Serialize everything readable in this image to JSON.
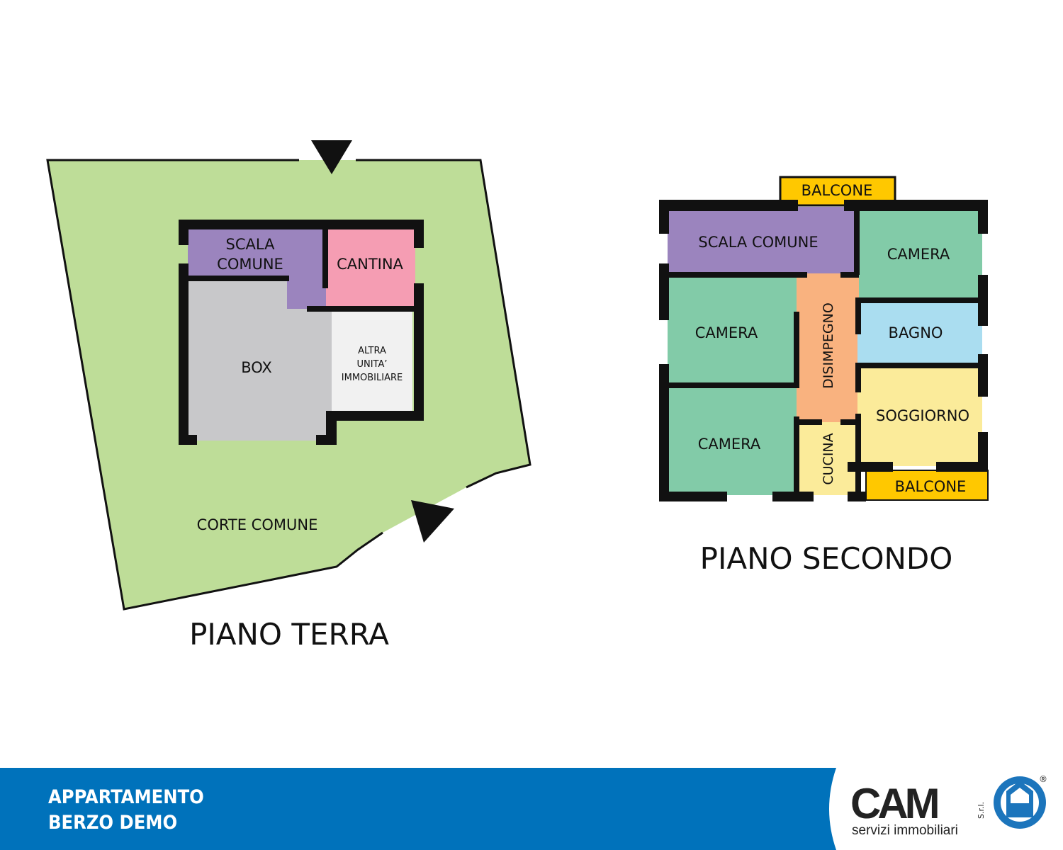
{
  "colors": {
    "garden": "#BEDD98",
    "scala": "#9B84BE",
    "cantina": "#F59DB3",
    "box": "#C8C8CA",
    "altra": "#F1F1F1",
    "camera": "#82CBA8",
    "disimpegno": "#F9B27F",
    "bagno": "#AADDF0",
    "soggiorno": "#FBEB9A",
    "cucina": "#FBEB9A",
    "balcone": "#FFC800",
    "banner": "#0072BB",
    "logo_blue": "#1C75BC"
  },
  "piano_terra": {
    "title": "PIANO TERRA",
    "rooms": {
      "scala_line1": "SCALA",
      "scala_line2": "COMUNE",
      "cantina": "CANTINA",
      "box": "BOX",
      "altra_line1": "ALTRA",
      "altra_line2": "UNITA’",
      "altra_line3": "IMMOBILIARE",
      "corte": "CORTE COMUNE"
    },
    "icons": [
      "entrance-arrow-icon",
      "entrance-arrow-icon"
    ]
  },
  "piano_secondo": {
    "title": "PIANO SECONDO",
    "rooms": {
      "balcone_top": "BALCONE",
      "scala": "SCALA COMUNE",
      "camera_top": "CAMERA",
      "camera_left": "CAMERA",
      "disimpegno": "DISIMPEGNO",
      "bagno": "BAGNO",
      "soggiorno": "SOGGIORNO",
      "camera_bottom": "CAMERA",
      "cucina": "CUCINA",
      "balcone_bottom": "BALCONE"
    }
  },
  "footer": {
    "line1": "APPARTAMENTO",
    "line2": "BERZO DEMO",
    "logo": {
      "brand": "CAM",
      "suffix": "S.r.l.",
      "tagline": "servizi immobiliari",
      "registered": "®"
    }
  }
}
